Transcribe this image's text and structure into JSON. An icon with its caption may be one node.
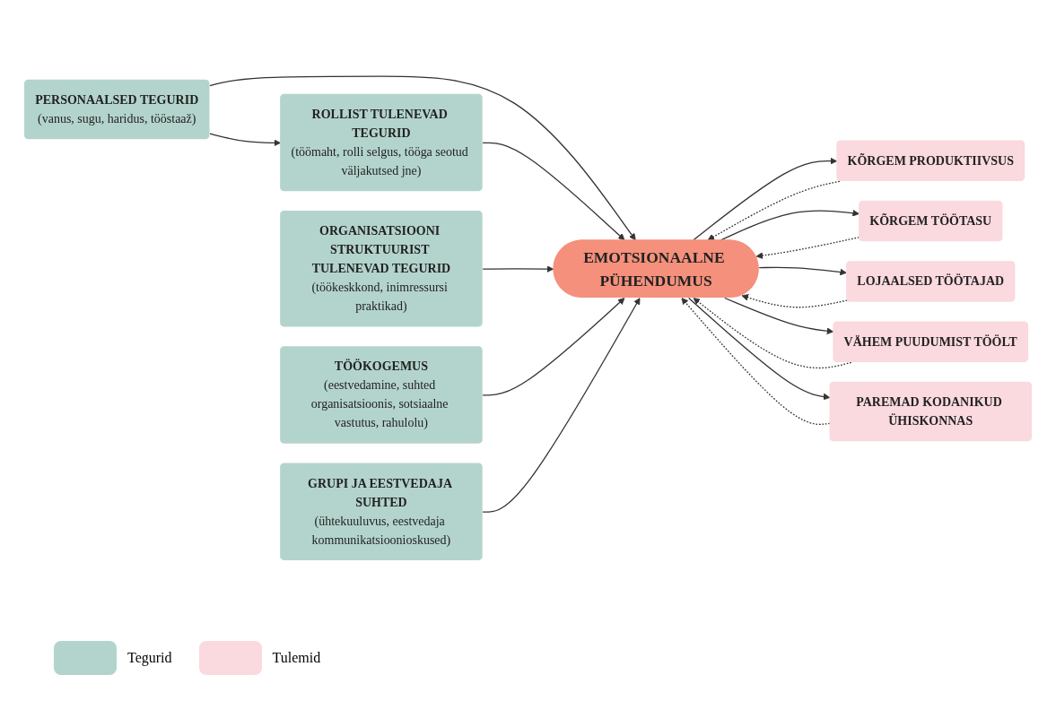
{
  "diagram": {
    "nodes": [
      {
        "text": [
          "PERSONAALSED TEGURID",
          "(vanus, sugu, haridus, tööstaaž)"
        ]
      },
      {
        "text": [
          "ROLLIST TULENEVAD TEGURID",
          "(töömaht, rolli selgus, tööga seotud väljakutsed jne)"
        ]
      },
      {
        "text": [
          "ORGANISATSIOONI STRUKTUURIST TULENEVAD TEGURID",
          "(töökeskkond, inimressursi praktikad)"
        ]
      },
      {
        "text": [
          "TÖÖKOGEMUS",
          "(eestvedamine, suhted organisatsioonis, sotsiaalne vastutus, rahulolu)"
        ]
      },
      {
        "text": [
          "GRUPI JA EESTVEDAJA SUHTED",
          "(ühtekuuluvus, eestvedaja kommunikatsioonioskused)"
        ]
      },
      {
        "text": [
          "EMOTSIONAALNE PÜHENDUMUS"
        ]
      },
      {
        "text": [
          "KÕRGEM PRODUKTIIVSUS"
        ]
      },
      {
        "text": [
          "KÕRGEM TÖÖTASU"
        ]
      },
      {
        "text": [
          "LOJAALSED TÖÖTAJAD"
        ]
      },
      {
        "text": [
          "VÄHEM PUUDUMIST TÖÖLT"
        ]
      },
      {
        "text": [
          "PAREMAD KODANIKUD ÜHISKONNAS"
        ]
      }
    ],
    "edges": [
      {
        "from": 0,
        "to": 1,
        "arrow": "to"
      },
      {
        "from": 0,
        "to": 5,
        "arrow": "to"
      },
      {
        "from": 1,
        "to": 5,
        "arrow": "to"
      },
      {
        "from": 2,
        "to": 5,
        "arrow": "to"
      },
      {
        "from": 3,
        "to": 5,
        "arrow": "to"
      },
      {
        "from": 4,
        "to": 5,
        "arrow": "to"
      },
      {
        "from": 5,
        "to": 6,
        "arrow": "to"
      },
      {
        "from": 6,
        "to": 5,
        "arrow": "to",
        "style": "dashed"
      },
      {
        "from": 5,
        "to": 7,
        "arrow": "to"
      },
      {
        "from": 7,
        "to": 5,
        "arrow": "to",
        "style": "dashed"
      },
      {
        "from": 5,
        "to": 8,
        "arrow": "to"
      },
      {
        "from": 8,
        "to": 5,
        "arrow": "to",
        "style": "dashed"
      },
      {
        "from": 5,
        "to": 9,
        "arrow": "to"
      },
      {
        "from": 9,
        "to": 5,
        "arrow": "to",
        "style": "dashed"
      },
      {
        "from": 5,
        "to": 10,
        "arrow": "to"
      },
      {
        "from": 10,
        "to": 5,
        "arrow": "to",
        "style": "dashed"
      }
    ],
    "legend": [
      {
        "text": "Tegurid",
        "color": "#b3d4cc"
      },
      {
        "text": "Tulemid",
        "color": "#fad9df"
      }
    ]
  }
}
